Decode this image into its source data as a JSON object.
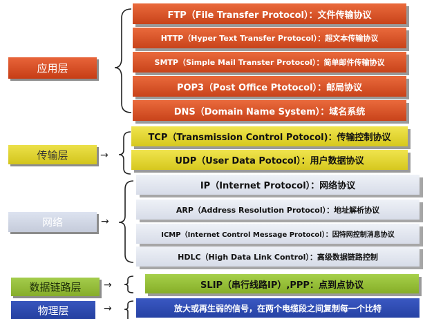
{
  "layers": {
    "application": "应用层",
    "transport": "传输层",
    "network": "网络",
    "datalink": "数据链路层",
    "physical": "物理层"
  },
  "application": [
    "FTP（File Transfer Protocol）：文件传输协议",
    "HTTP（Hyper Text Transfer Protocol）：超文本传输协议",
    "SMTP（Simple Mail Transter Protocol）：简单邮件传输协议",
    "POP3（Post Office Ptotocol）：邮局协议",
    "DNS（Domain Name System）：域名系统"
  ],
  "transport": [
    "TCP（Transmission Control Potocol)：传输控制协议",
    "UDP（User Data Potocol）：用户数据协议"
  ],
  "network": [
    "IP（Internet Protocol）：网络协议",
    "ARP（Address Resolution Protocol）：地址解析协议",
    "ICMP（Internet Control Message Protocol）：因特网控制消息协议",
    "HDLC（High Data Link Control）：高级数据链路控制"
  ],
  "datalink": [
    "SLIP（串行线路IP）,PPP：点到点协议"
  ],
  "physical": [
    "放大或再生弱的信号，在两个电缆段之间复制每一个比特"
  ],
  "arrow_glyph": "→"
}
